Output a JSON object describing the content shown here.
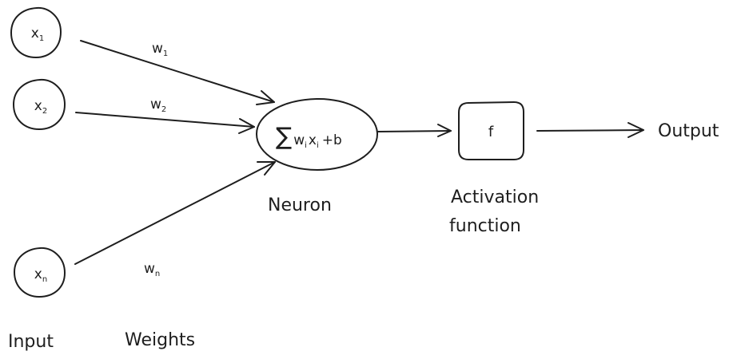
{
  "nodes": {
    "input_1": {
      "base": "x",
      "sub": "1"
    },
    "input_2": {
      "base": "x",
      "sub": "2"
    },
    "input_n": {
      "base": "x",
      "sub": "n"
    },
    "neuron": {
      "sum_symbol": "∑",
      "w": "w",
      "w_sub": "i",
      "x": "x",
      "x_sub": "i",
      "bias": "+b"
    },
    "activation": {
      "text": "f"
    }
  },
  "weights": {
    "w1": {
      "base": "w",
      "sub": "1"
    },
    "w2": {
      "base": "w",
      "sub": "2"
    },
    "wn": {
      "base": "w",
      "sub": "n"
    }
  },
  "labels": {
    "neuron": "Neuron",
    "activation_line1": "Activation",
    "activation_line2": "function",
    "output": "Output",
    "input": "Input",
    "weights": "Weights"
  }
}
